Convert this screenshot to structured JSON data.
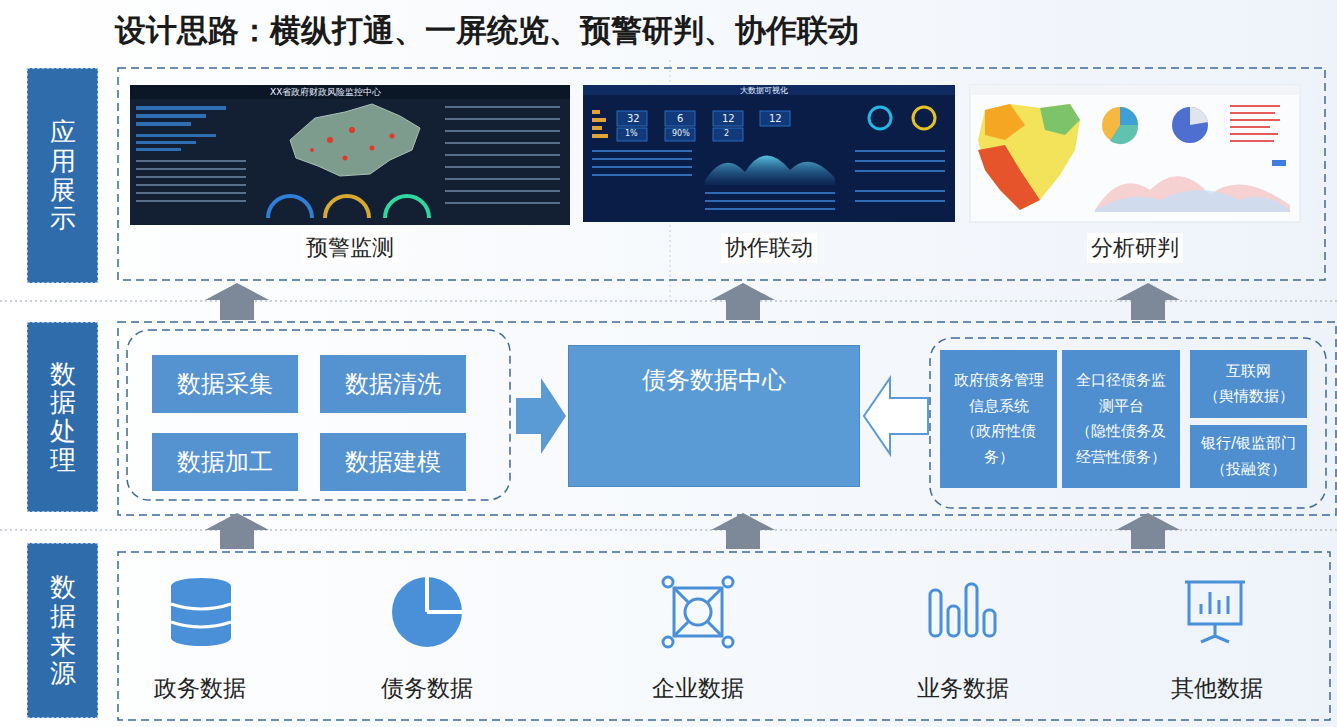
{
  "diagram": {
    "title": "设计思路：横纵打通、一屏统览、预警研判、协作联动",
    "nodes": [
      {
        "text": [
          "应用展示"
        ]
      },
      {
        "text": [
          "预警监测"
        ]
      },
      {
        "text": [
          "协作联动"
        ]
      },
      {
        "text": [
          "分析研判"
        ]
      },
      {
        "text": [
          "数据处理"
        ]
      },
      {
        "text": [
          "数据采集"
        ]
      },
      {
        "text": [
          "数据清洗"
        ]
      },
      {
        "text": [
          "数据加工"
        ]
      },
      {
        "text": [
          "数据建模"
        ]
      },
      {
        "text": [
          "债务数据中心"
        ]
      },
      {
        "text": [
          "政府债务管理信息系统",
          "（政府性债务）"
        ]
      },
      {
        "text": [
          "全口径债务监测平台",
          "（隐性债务及经营性债务）"
        ]
      },
      {
        "text": [
          "互联网",
          "（舆情数据）"
        ]
      },
      {
        "text": [
          "银行/银监部门",
          "（投融资）"
        ]
      },
      {
        "text": [
          "数据来源"
        ]
      },
      {
        "text": [
          "政务数据"
        ]
      },
      {
        "text": [
          "债务数据"
        ]
      },
      {
        "text": [
          "企业数据"
        ]
      },
      {
        "text": [
          "业务数据"
        ]
      },
      {
        "text": [
          "其他数据"
        ]
      }
    ],
    "labels": [
      "XX省政府财政风险监控中心",
      "大数据可视化",
      "32",
      "6",
      "12",
      "12",
      "1%",
      "90%",
      "2"
    ]
  }
}
